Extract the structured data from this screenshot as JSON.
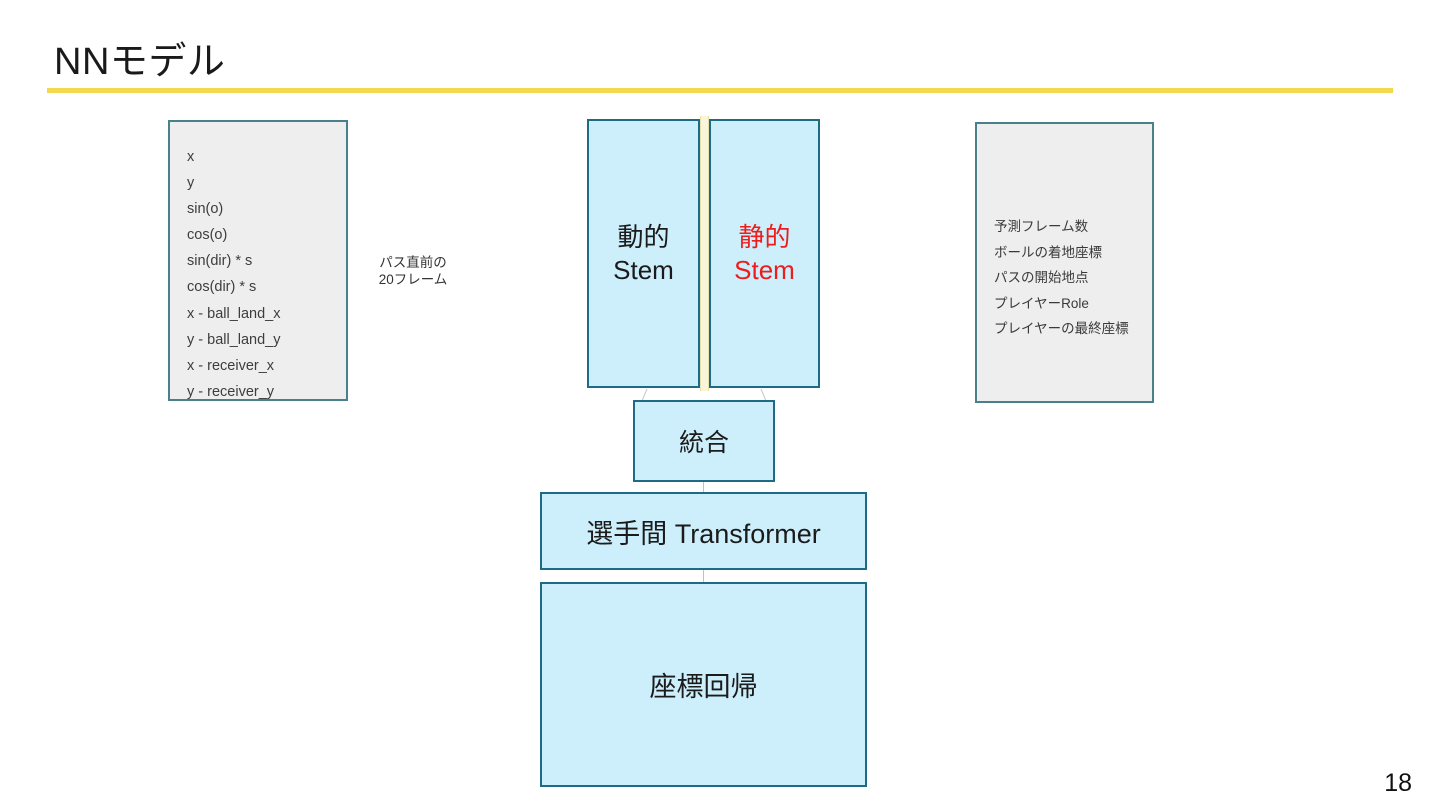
{
  "slide": {
    "title": "NNモデル",
    "page_number": "18",
    "accent_color": "#f3d94e",
    "box_fill_blue": "#cdeefb",
    "box_fill_grey": "#eeeeee",
    "box_border": "#1f6a84",
    "highlight_text_color": "#ee1c1c"
  },
  "features": {
    "items": [
      "x",
      "y",
      "sin(o)",
      "cos(o)",
      "sin(dir) * s",
      "cos(dir) * s",
      "x - ball_land_x",
      "y - ball_land_y",
      "x - receiver_x",
      "y - receiver_y"
    ]
  },
  "frames_note": {
    "line1": "パス直前の",
    "line2": "20フレーム"
  },
  "stems": {
    "dynamic": {
      "line1": "動的",
      "line2": "Stem"
    },
    "static": {
      "line1": "静的",
      "line2": "Stem"
    }
  },
  "pipeline": {
    "merge": "統合",
    "transformer": "選手間 Transformer",
    "regression": "座標回帰"
  },
  "conditions": {
    "items": [
      "予測フレーム数",
      "ボールの着地座標",
      "パスの開始地点",
      "プレイヤーRole",
      "プレイヤーの最終座標"
    ]
  }
}
